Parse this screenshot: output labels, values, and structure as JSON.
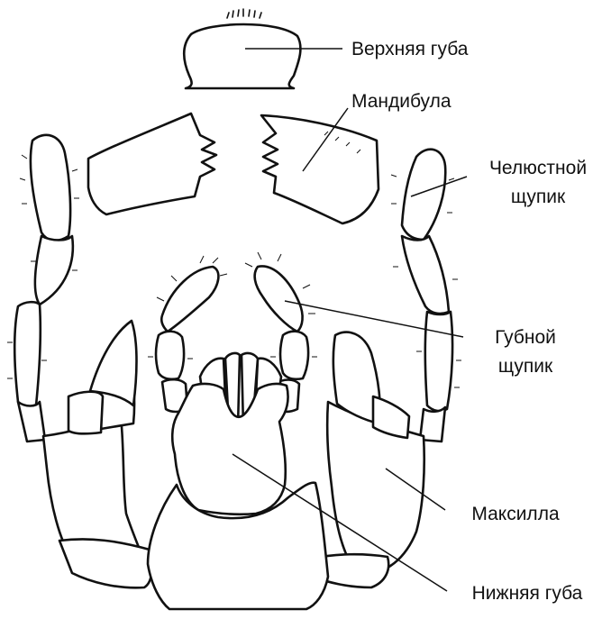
{
  "figure": {
    "background": "#ffffff",
    "ink_color": "#111111"
  },
  "labels": {
    "labrum": "Верхняя губа",
    "mandible": "Мандибула",
    "maxillary_palp_line1": "Челюстной",
    "maxillary_palp_line2": "щупик",
    "labial_palp_line1": "Губной",
    "labial_palp_line2": "щупик",
    "maxilla": "Максилла",
    "labium": "Нижняя губа"
  }
}
